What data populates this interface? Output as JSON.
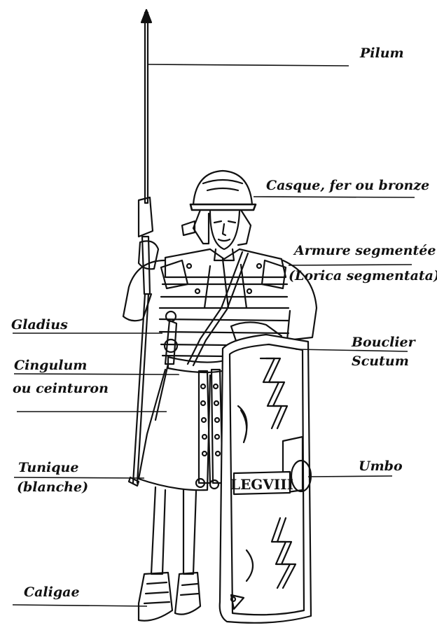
{
  "labels": {
    "pilum": "Pilum",
    "casque": "Casque, fer ou bronze",
    "armure_1": "Armure segmentée",
    "armure_2": "(Lorica segmentata)",
    "gladius": "Gladius",
    "bouclier_1": "Bouclier",
    "bouclier_2": "Scutum",
    "cingulum_1": "Cingulum",
    "cingulum_2": "ou ceinturon",
    "tunique_1": "Tunique",
    "tunique_2": "(blanche)",
    "umbo": "Umbo",
    "caligae": "Caligae"
  },
  "shield_inscription": "LEGVIII"
}
